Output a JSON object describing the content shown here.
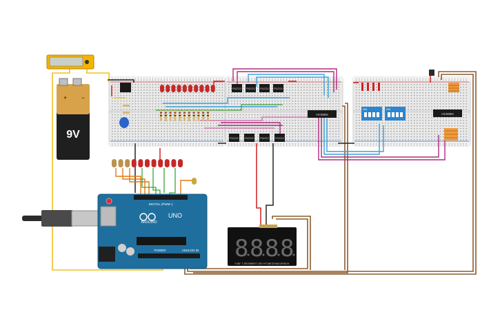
{
  "battery": {
    "label": "9V",
    "plus": "+",
    "minus": "−"
  },
  "arduino": {
    "brand": "ARDUINO",
    "model": "UNO",
    "header_digital": "DIGITAL (PWM~)",
    "header_power": "POWER",
    "header_analog": "ANALOG IN"
  },
  "shift_registers": [
    {
      "label": "HC595N"
    },
    {
      "label": "HC595N"
    }
  ],
  "dip_switches": [
    {
      "label": "ON"
    },
    {
      "label": "ON"
    }
  ],
  "transistors_top": [
    {
      "label": "PN2222"
    },
    {
      "label": "PN2222"
    },
    {
      "label": "PN2222"
    },
    {
      "label": "PN2222"
    }
  ],
  "transistors_bottom": [
    {
      "label": "PN2222"
    },
    {
      "label": "PN2222"
    },
    {
      "label": "PN2222"
    },
    {
      "label": "PN2222"
    }
  ],
  "display": {
    "digits": [
      "8",
      "8",
      "8",
      "8"
    ],
    "caption": "0.56\" 7-SEGMENT LED HT16K33 BACKPACK"
  },
  "colors": {
    "breadboard": "#e8e8e8",
    "arduino": "#1f6f9e",
    "wire_red": "#d21f1f",
    "wire_black": "#222222",
    "wire_brown": "#8a5a2b",
    "wire_yellow": "#f0c020",
    "wire_purple": "#b0287f",
    "wire_blue": "#3aa0d8",
    "wire_orange": "#e07a10",
    "wire_green": "#3aa33a",
    "led_red": "#c62828"
  },
  "icons": {
    "usb_cable": "usb-cable-icon",
    "power_jack": "power-jack-icon",
    "multimeter": "multimeter-icon"
  }
}
